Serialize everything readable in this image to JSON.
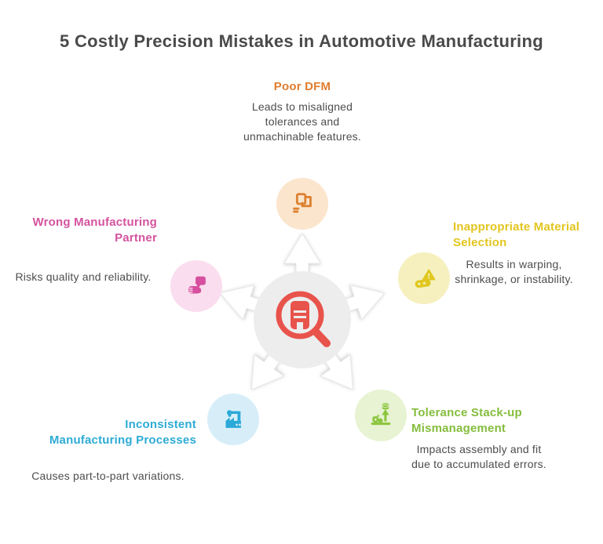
{
  "title": {
    "text": "5 Costly Precision Mistakes in Automotive Manufacturing",
    "color": "#4A4A4A"
  },
  "body_text_color": "#4D4D4D",
  "center": {
    "icon": "magnifier-factory",
    "circle_color": "#EDEDED",
    "icon_color": "#E8534B",
    "arrow_color": "#FFFFFF"
  },
  "mistakes": [
    {
      "id": "poor-dfm",
      "heading": "Poor DFM",
      "description": "Leads to misaligned tolerances and unmachinable features.",
      "accent": "#E07C2E",
      "icon": "interlocking-parts",
      "icon_bg": "#FBE5CD",
      "icon_color": "#DD8233"
    },
    {
      "id": "inappropriate-material-selection",
      "heading": "Inappropriate Material Selection",
      "description": "Results in warping, shrinkage, or instability.",
      "accent": "#E2C51E",
      "icon": "material-warning",
      "icon_bg": "#F5F0BE",
      "icon_color": "#E0C71E"
    },
    {
      "id": "tolerance-stackup-mismanagement",
      "heading": "Tolerance Stack-up Mismanagement",
      "description": "Impacts assembly and fit due to accumulated errors.",
      "accent": "#85BD3D",
      "icon": "stack-up-arrow",
      "icon_bg": "#E7F3D2",
      "icon_color": "#8CC63F"
    },
    {
      "id": "inconsistent-manufacturing-processes",
      "heading": "Inconsistent Manufacturing Processes",
      "description": "Causes part-to-part variations.",
      "accent": "#2EABD5",
      "icon": "factory-robot-arm",
      "icon_bg": "#D7EEF9",
      "icon_color": "#2BA9D8"
    },
    {
      "id": "wrong-manufacturing-partner",
      "heading": "Wrong Manufacturing Partner",
      "description": "Risks quality and reliability.",
      "accent": "#D4539F",
      "icon": "partner-hand-bubble",
      "icon_bg": "#FADDEE",
      "icon_color": "#D6509F"
    }
  ]
}
